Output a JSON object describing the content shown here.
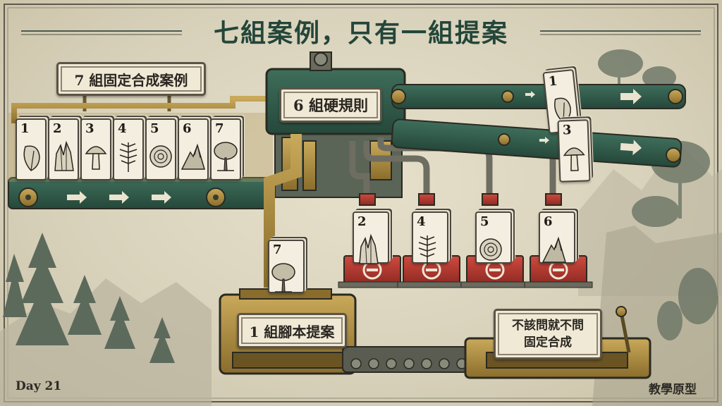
{
  "title": "七組案例，只有一組提案",
  "labels": {
    "input_cases": "7 組固定合成案例",
    "hard_rules": "6 組硬規則",
    "script_proposal": "1 組腳本提案",
    "output_note_line1": "不該問就不問",
    "output_note_line2": "固定合成"
  },
  "input_cards": [
    {
      "num": "1",
      "icon": "leaf-icon"
    },
    {
      "num": "2",
      "icon": "crystal-icon"
    },
    {
      "num": "3",
      "icon": "mushroom-icon"
    },
    {
      "num": "4",
      "icon": "fern-icon"
    },
    {
      "num": "5",
      "icon": "ammonite-icon"
    },
    {
      "num": "6",
      "icon": "mountain-icon"
    },
    {
      "num": "7",
      "icon": "tree-icon"
    }
  ],
  "passed_cards": [
    {
      "num": "1",
      "icon": "leaf-icon"
    },
    {
      "num": "3",
      "icon": "mushroom-icon"
    }
  ],
  "rejected_cards": [
    {
      "num": "2",
      "icon": "crystal-icon"
    },
    {
      "num": "4",
      "icon": "fern-icon"
    },
    {
      "num": "5",
      "icon": "ammonite-icon"
    },
    {
      "num": "6",
      "icon": "mountain-icon"
    }
  ],
  "proposal_card": {
    "num": "7",
    "icon": "tree-icon"
  },
  "footer": {
    "left": "Day 21",
    "right": "教學原型"
  },
  "colors": {
    "title": "#24463a",
    "machine_green": "#2f5b4a",
    "brass": "#a88a3c",
    "reject_red": "#b73a31",
    "paper": "#f3eedf"
  }
}
